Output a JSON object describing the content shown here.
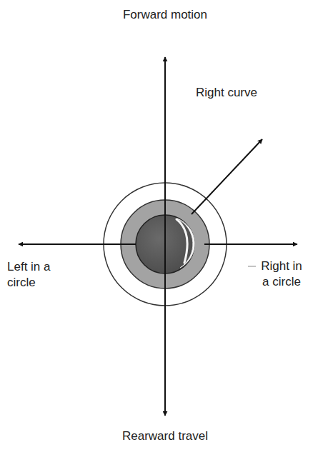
{
  "diagram": {
    "labels": [
      "Forward motion",
      "Right curve",
      "Left in a circle",
      "Right in a circle",
      "Rearward travel"
    ]
  }
}
